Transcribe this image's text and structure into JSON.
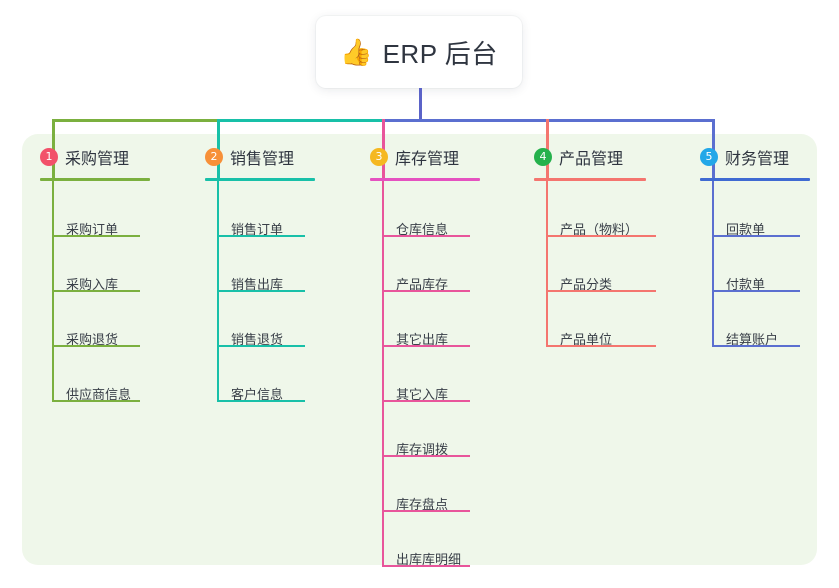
{
  "root": {
    "icon": "thumbs-up-emoji",
    "emoji": "👍",
    "title": "ERP 后台"
  },
  "palette": {
    "panel_bg": "#eff7ea",
    "card_bg": "#ffffff",
    "text": "#2f3540",
    "leaf_text": "#3a4049",
    "trunk": "#5b63c8",
    "green": "#7bb03f",
    "teal": "#18c0a8",
    "pink": "#e8559b",
    "coral": "#f4756f",
    "blue": "#5b6fd0"
  },
  "columns": [
    {
      "number": "1",
      "title": "采购管理",
      "badge_color": "#f2516a",
      "rule_color": "#7bb03f",
      "branch_color": "#7bb03f",
      "items": [
        "采购订单",
        "采购入库",
        "采购退货",
        "供应商信息"
      ]
    },
    {
      "number": "2",
      "title": "销售管理",
      "badge_color": "#f79038",
      "rule_color": "#18c0a8",
      "branch_color": "#18c0a8",
      "items": [
        "销售订单",
        "销售出库",
        "销售退货",
        "客户信息"
      ]
    },
    {
      "number": "3",
      "title": "库存管理",
      "badge_color": "#f5b821",
      "rule_color": "#e552c0",
      "branch_color": "#e8559b",
      "items": [
        "仓库信息",
        "产品库存",
        "其它出库",
        "其它入库",
        "库存调拨",
        "库存盘点",
        "出库库明细"
      ]
    },
    {
      "number": "4",
      "title": "产品管理",
      "badge_color": "#25b14c",
      "rule_color": "#f4756f",
      "branch_color": "#f4756f",
      "items": [
        "产品（物料）",
        "产品分类",
        "产品单位"
      ]
    },
    {
      "number": "5",
      "title": "财务管理",
      "badge_color": "#22a7e8",
      "rule_color": "#3f6ad2",
      "branch_color": "#5b6fd0",
      "items": [
        "回款单",
        "付款单",
        "结算账户"
      ]
    }
  ]
}
